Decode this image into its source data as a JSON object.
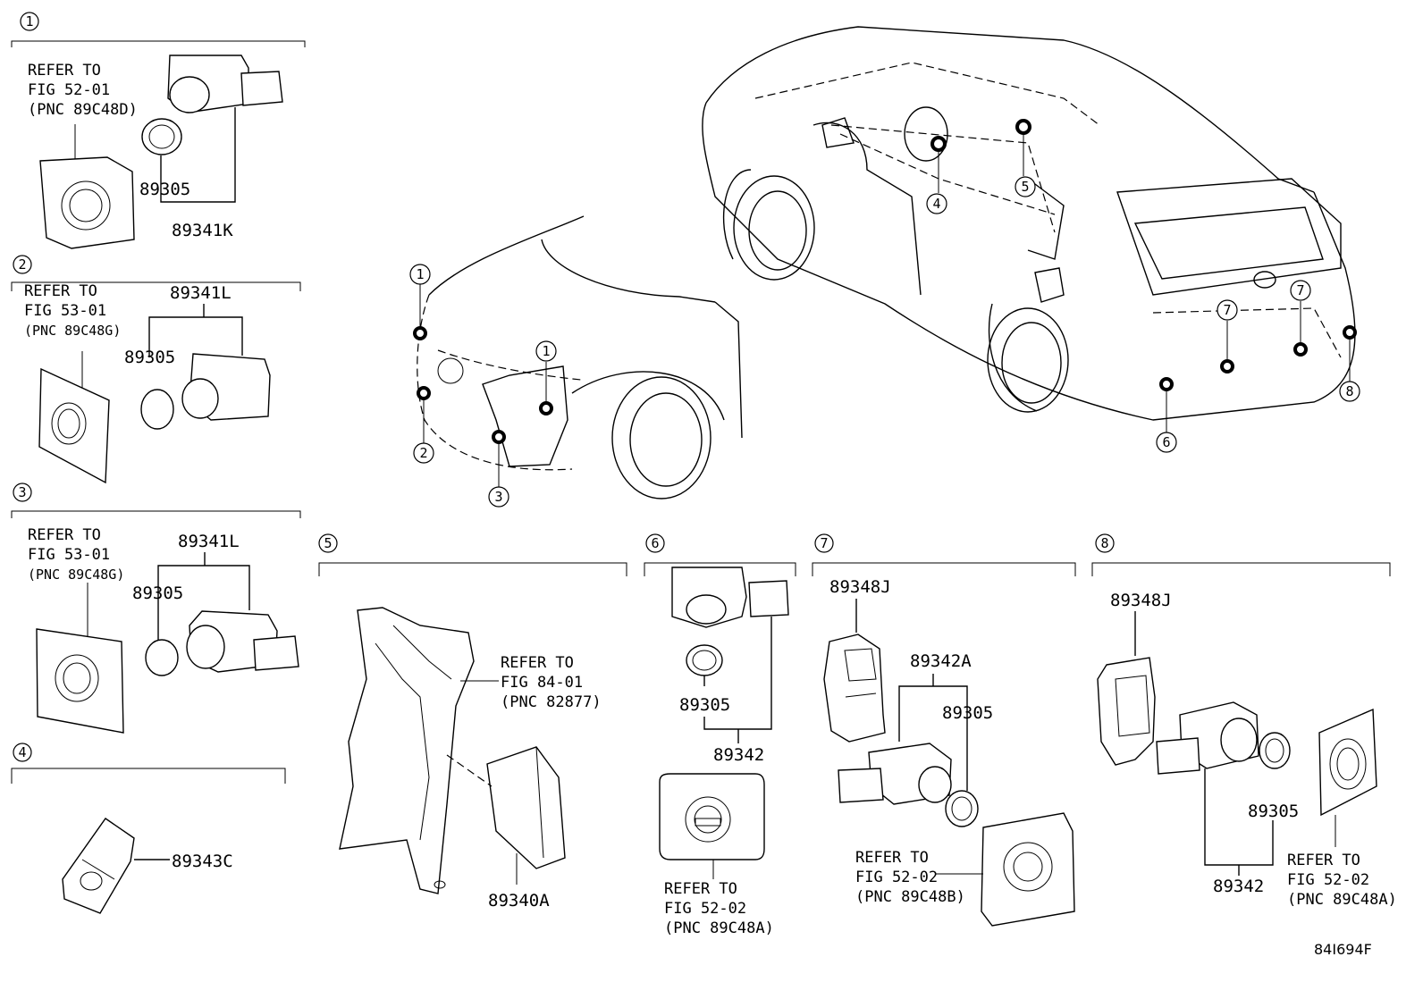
{
  "diagram_code": "84I694F",
  "groups": {
    "g1": {
      "num": "1",
      "refer": [
        "REFER TO",
        "FIG 52-01",
        "(PNC 89C48D)"
      ],
      "parts": [
        "89305",
        "89341K"
      ]
    },
    "g2": {
      "num": "2",
      "refer": [
        "REFER TO",
        "FIG 53-01",
        "(PNC 89C48G)"
      ],
      "parts": [
        "89341L",
        "89305"
      ]
    },
    "g3": {
      "num": "3",
      "refer": [
        "REFER TO",
        "FIG 53-01",
        "(PNC 89C48G)"
      ],
      "parts": [
        "89341L",
        "89305"
      ]
    },
    "g4": {
      "num": "4",
      "parts": [
        "89343C"
      ]
    },
    "g5": {
      "num": "5",
      "refer": [
        "REFER TO",
        "FIG 84-01",
        "(PNC 82877)"
      ],
      "parts": [
        "89340A"
      ]
    },
    "g6": {
      "num": "6",
      "refer": [
        "REFER TO",
        "FIG 52-02",
        "(PNC 89C48A)"
      ],
      "parts": [
        "89305",
        "89342"
      ]
    },
    "g7": {
      "num": "7",
      "refer": [
        "REFER TO",
        "FIG 52-02",
        "(PNC 89C48B)"
      ],
      "parts": [
        "89348J",
        "89342A",
        "89305"
      ]
    },
    "g8": {
      "num": "8",
      "refer": [
        "REFER TO",
        "FIG 52-02",
        "(PNC 89C48A)"
      ],
      "parts": [
        "89348J",
        "89305",
        "89342"
      ]
    }
  },
  "callouts": {
    "front": [
      "1",
      "1",
      "2",
      "3"
    ],
    "cabin": [
      "4",
      "5"
    ],
    "rear": [
      "6",
      "7",
      "7",
      "8"
    ]
  }
}
